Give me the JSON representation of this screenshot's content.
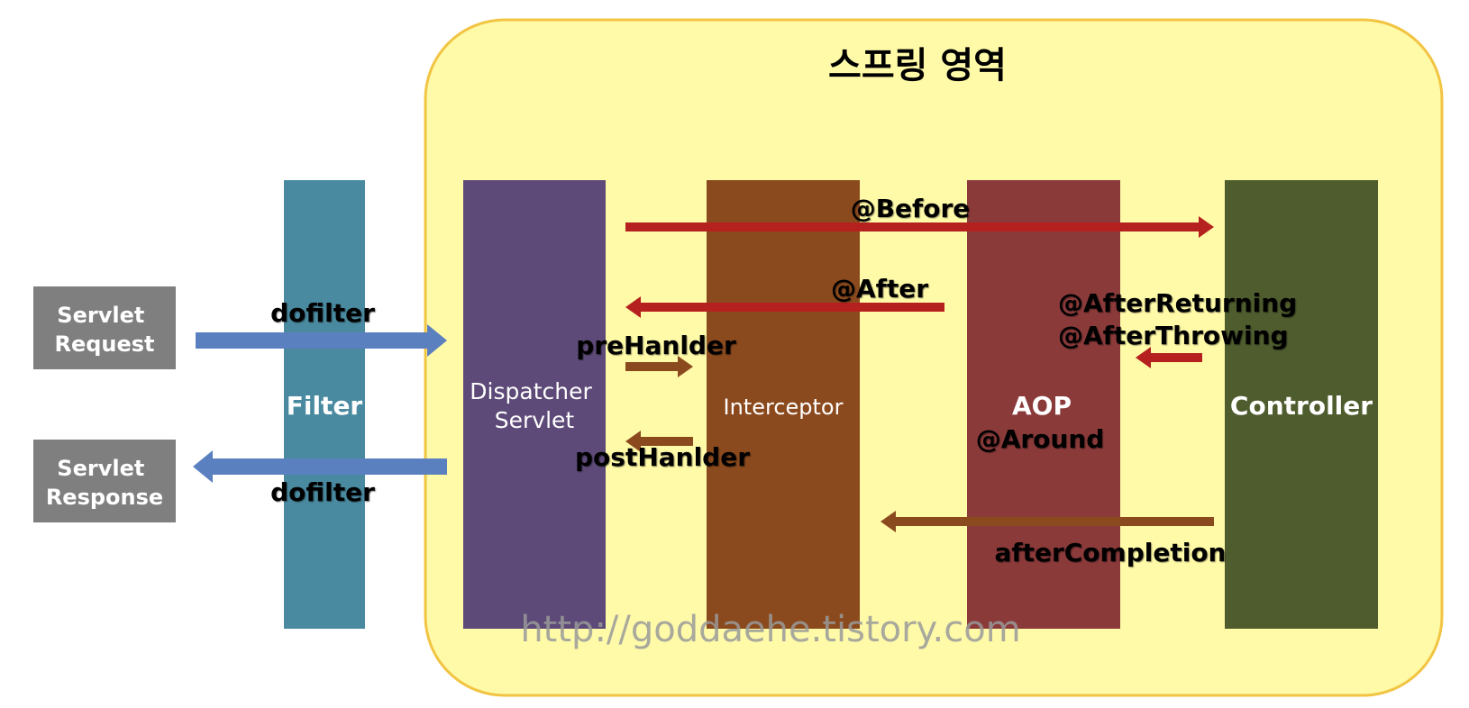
{
  "title": "스프링 영역",
  "watermark": "http://goddaehe.tistory.com",
  "boxes": {
    "servlet_request": [
      "Servlet",
      "Request"
    ],
    "servlet_response": [
      "Servlet",
      "Response"
    ],
    "filter": "Filter",
    "dispatcher": [
      "Dispatcher",
      "Servlet"
    ],
    "interceptor": "Interceptor",
    "aop": [
      "AOP",
      "@Around"
    ],
    "controller": "Controller"
  },
  "arrows": {
    "dofilter_in": "dofilter",
    "dofilter_out": "dofilter",
    "before": "@Before",
    "after": "@After",
    "after_returning": "@AfterReturning",
    "after_throwing": "@AfterThrowing",
    "pre_handler": "preHanlder",
    "post_handler": "postHanlder",
    "after_completion": "afterCompletion"
  },
  "colors": {
    "spring_area_fill": "#fffaa8",
    "spring_area_border": "#f2c443",
    "servlet_box": "#7f7f7f",
    "filter": "#4a8aa0",
    "dispatcher": "#5d4a78",
    "interceptor": "#8b4a1e",
    "aop": "#8b3a3a",
    "controller": "#4f5c2e",
    "blue_arrow": "#5b80c0",
    "red_arrow": "#b5211e",
    "brown_arrow": "#8b4a1e",
    "watermark": "#9a9a9a"
  }
}
